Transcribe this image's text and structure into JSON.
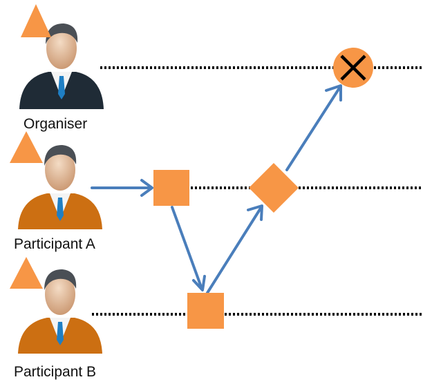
{
  "actors": [
    {
      "id": "organiser",
      "label": "Organiser",
      "suit": "dark"
    },
    {
      "id": "participant_a",
      "label": "Participant A",
      "suit": "orange"
    },
    {
      "id": "participant_b",
      "label": "Participant B",
      "suit": "orange"
    }
  ],
  "colors": {
    "shape_fill": "#f79646",
    "arrow": "#4a7ebb",
    "lifeline": "#000000",
    "dark_suit": "#1f2b36",
    "orange_suit": "#cc6f12",
    "tie": "#1f7fc4",
    "skin": "#e8c3a2",
    "hair": "#4a4f55"
  },
  "icons": {
    "actor_badge": "triangle-icon",
    "terminate": "x-circle-icon",
    "task": "square-node",
    "gateway": "diamond-node"
  }
}
